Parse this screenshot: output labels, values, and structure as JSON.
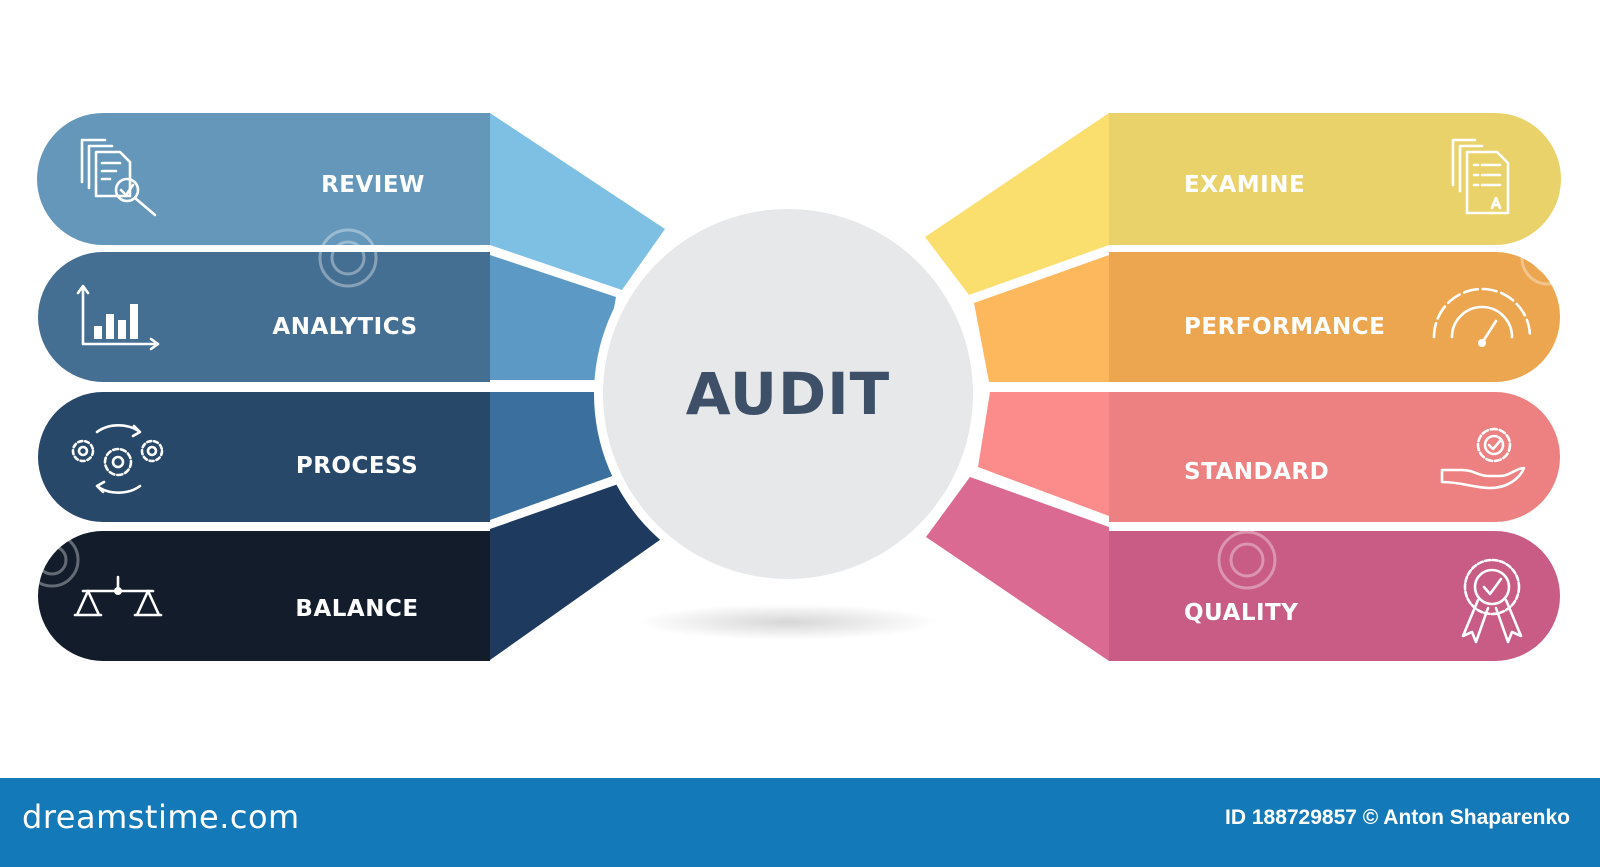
{
  "center": {
    "label": "AUDIT"
  },
  "left_items": [
    {
      "label": "REVIEW",
      "icon": "document-review-icon",
      "color": "#6497b9",
      "tab_color": "#7ec0e4"
    },
    {
      "label": "ANALYTICS",
      "icon": "bar-chart-icon",
      "color": "#456f92",
      "tab_color": "#5c9ac5"
    },
    {
      "label": "PROCESS",
      "icon": "gears-icon",
      "color": "#28486a",
      "tab_color": "#3a6f9e"
    },
    {
      "label": "BALANCE",
      "icon": "scales-icon",
      "color": "#121c2b",
      "tab_color": "#1e3a5e"
    }
  ],
  "right_items": [
    {
      "label": "EXAMINE",
      "icon": "documents-icon",
      "color": "#ead26a",
      "tab_color": "#fbdf6e"
    },
    {
      "label": "PERFORMANCE",
      "icon": "gauge-icon",
      "color": "#eca650",
      "tab_color": "#fdb85e"
    },
    {
      "label": "STANDARD",
      "icon": "hand-badge-icon",
      "color": "#ed8080",
      "tab_color": "#fc8c8c"
    },
    {
      "label": "QUALITY",
      "icon": "award-ribbon-icon",
      "color": "#c85c84",
      "tab_color": "#db6a93"
    }
  ],
  "footer": {
    "brand": "dreamstime.com",
    "credit": "ID 188729857 © Anton Shaparenko",
    "color": "#1479b8"
  }
}
